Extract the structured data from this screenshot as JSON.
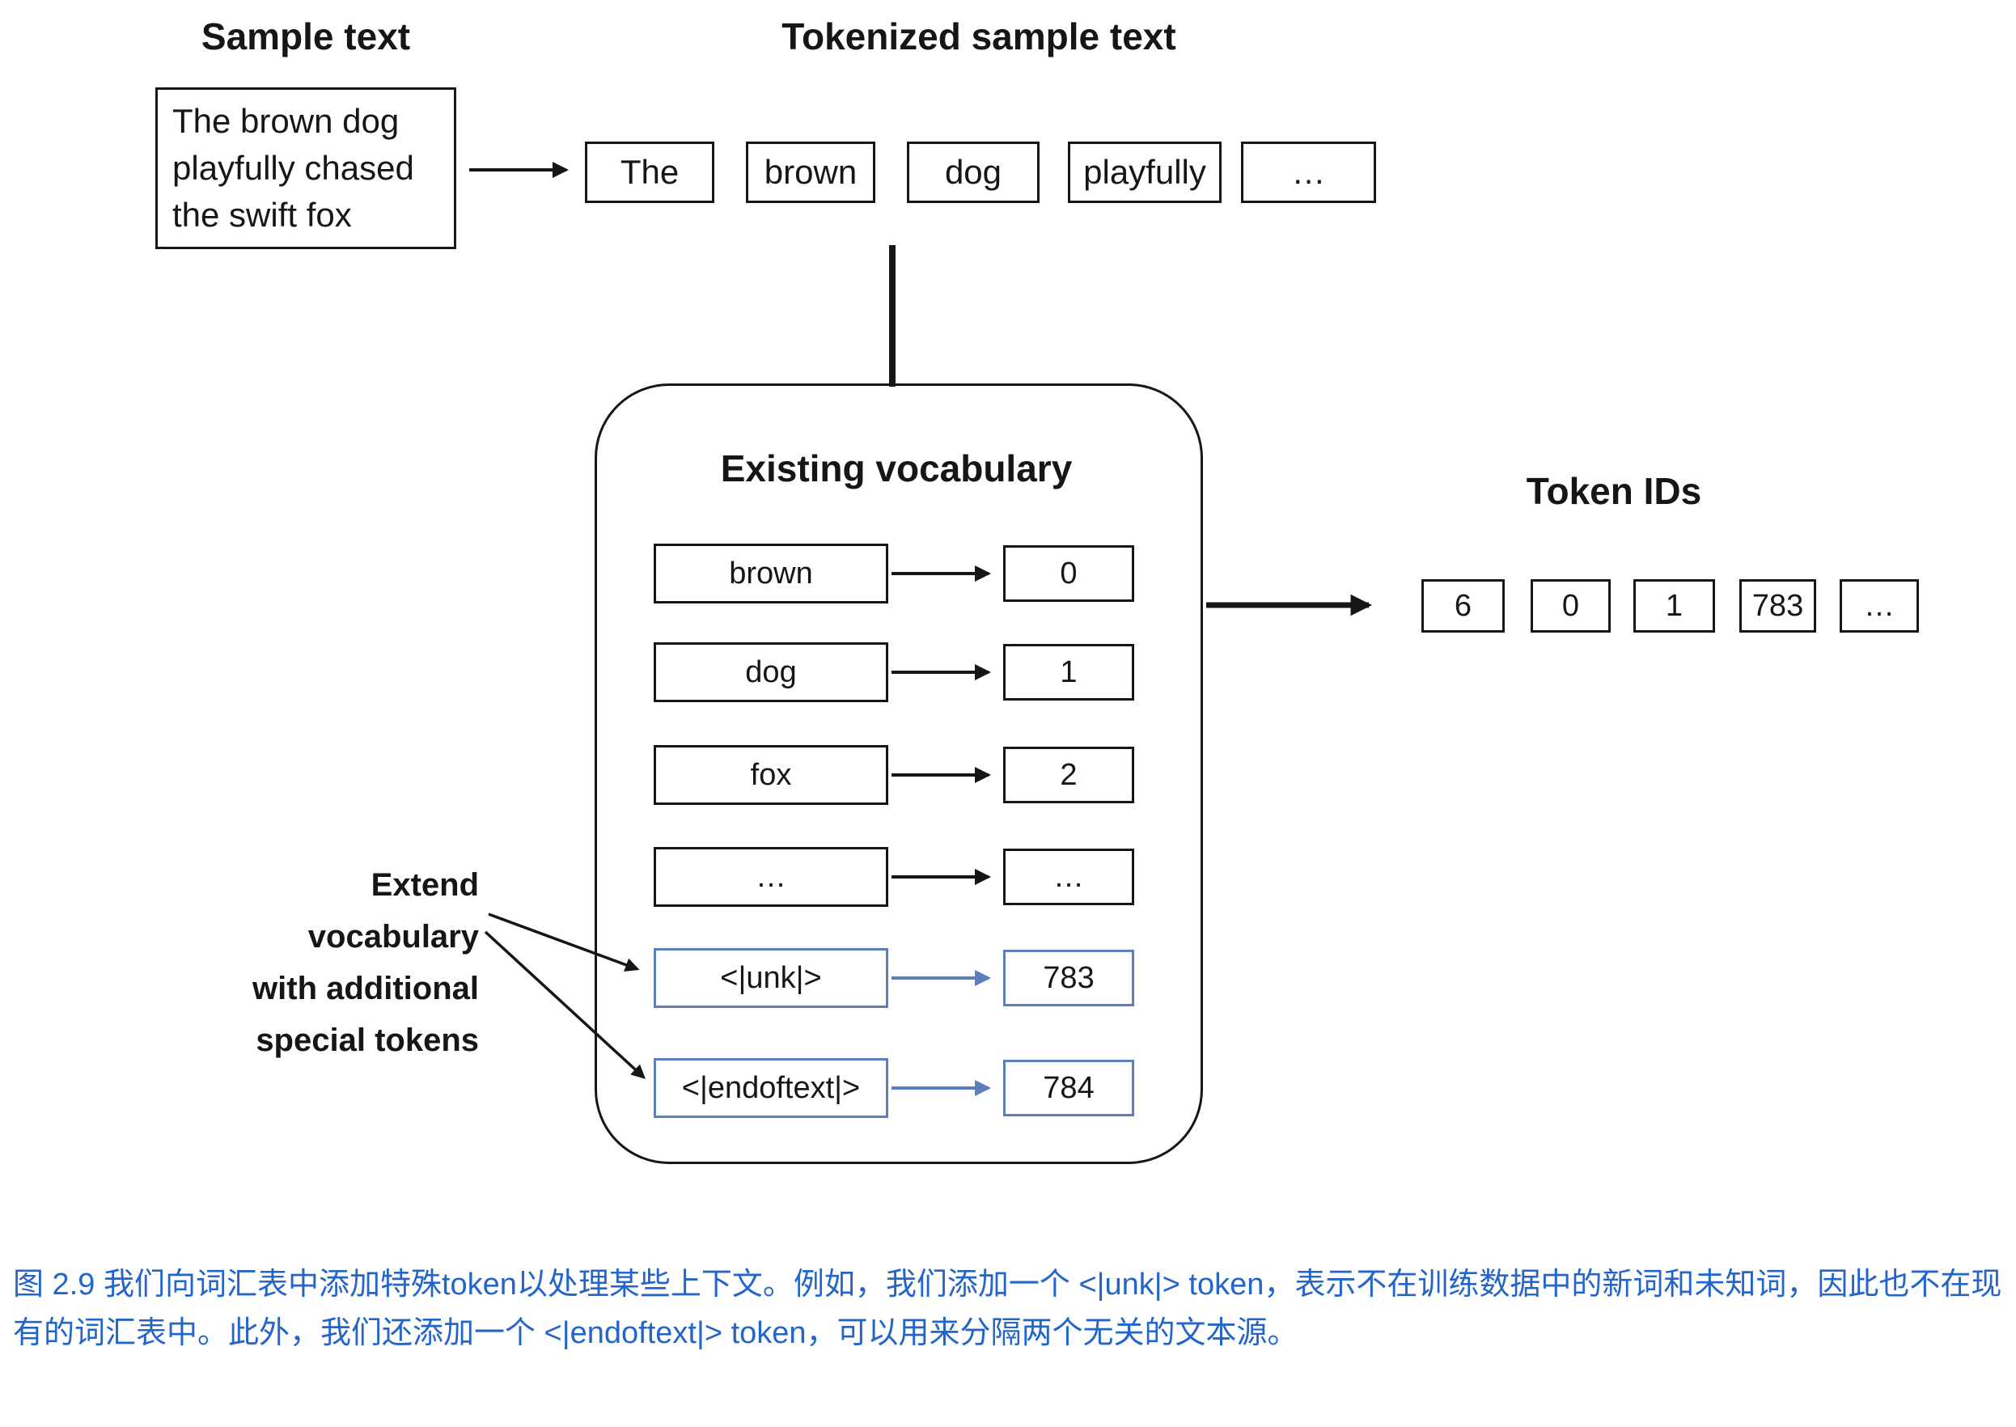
{
  "headings": {
    "sample_text": "Sample text",
    "tokenized": "Tokenized sample text",
    "existing_vocabulary": "Existing vocabulary",
    "token_ids": "Token IDs"
  },
  "sample_box": "The brown dog\nplayfully chased\nthe swift fox",
  "tokens": [
    "The",
    "brown",
    "dog",
    "playfully",
    "…"
  ],
  "vocab": {
    "rows": [
      {
        "word": "brown",
        "id": "0"
      },
      {
        "word": "dog",
        "id": "1"
      },
      {
        "word": "fox",
        "id": "2"
      },
      {
        "word": "…",
        "id": "…"
      },
      {
        "word": "<|unk|>",
        "id": "783"
      },
      {
        "word": "<|endoftext|>",
        "id": "784"
      }
    ]
  },
  "extend_label": {
    "lines": [
      "Extend vocabulary",
      "with additional",
      "special tokens"
    ]
  },
  "token_id_row": [
    "6",
    "0",
    "1",
    "783",
    "…"
  ],
  "caption": "图 2.9 我们向词汇表中添加特殊token以处理某些上下文。例如，我们添加一个 <|unk|> token，表示不在训练数据中的新词和未知词，因此也不在现有的词汇表中。此外，我们还添加一个 <|endoftext|> token，可以用来分隔两个无关的文本源。",
  "colors": {
    "diagram_stroke": "#161616",
    "special_token_blue": "#5b7fbd",
    "caption_blue": "#2465c8"
  }
}
